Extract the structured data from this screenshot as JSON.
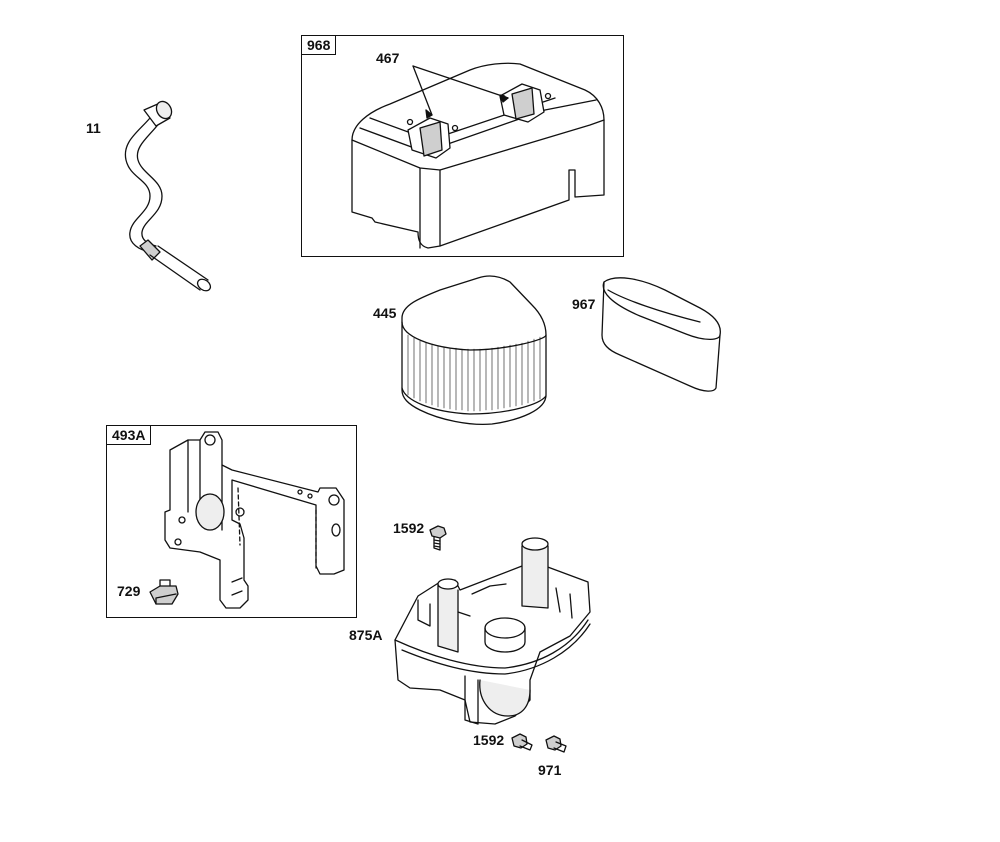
{
  "labels": {
    "p11": "11",
    "p968": "968",
    "p467": "467",
    "p445": "445",
    "p967": "967",
    "p493a": "493A",
    "p729": "729",
    "p1592a": "1592",
    "p875a": "875A",
    "p1592b": "1592",
    "p971": "971"
  },
  "colors": {
    "line": "#111111",
    "shade": "#cfcfcf",
    "light": "#eeeeee",
    "paper": "#ffffff"
  }
}
